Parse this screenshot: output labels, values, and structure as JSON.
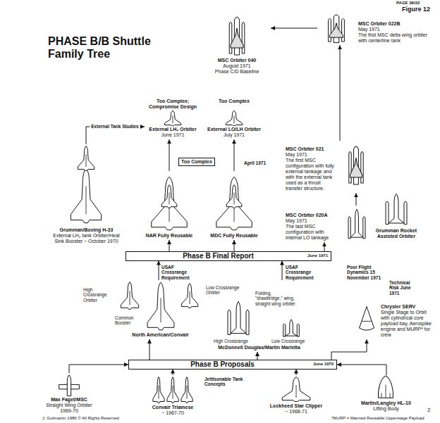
{
  "diagram": {
    "title": "PHASE B/B Shuttle Family Tree",
    "nodes": [
      {
        "text": [
          "MSC Orbiter 040",
          "August 1971",
          "Phase C/D Baseline"
        ]
      },
      {
        "text": [
          "MSC Orbiter 022B",
          "May 1971",
          "The first MSC delta wing orbiter with centerline tank"
        ]
      },
      {
        "text": [
          "Too Complex; Compromise Design",
          "External LH₂ Orbiter",
          "June 1971"
        ]
      },
      {
        "text": [
          "Too Complex",
          "External LO/LH Orbiter",
          "July 1971"
        ]
      },
      {
        "text": [
          "MSC Orbiter 021",
          "May 1971",
          "The first MSC configuration with fully external tankage and with the external tank used as a thrust transfer structure."
        ]
      },
      {
        "text": [
          "MSC Orbiter 020A",
          "May 1971",
          "The last MSC configuration with internal LO tankage"
        ]
      },
      {
        "text": [
          "Grumman/Boeing H-33",
          "External LH₂ tank Orbiter/Heat Sink Booster ~ October 1970"
        ]
      },
      {
        "text": [
          "NAR Fully Reusable"
        ]
      },
      {
        "text": [
          "MDC Fully Reusable"
        ]
      },
      {
        "text": [
          "Too Complex"
        ]
      },
      {
        "text": [
          "Grumman Rocket Assisted Orbiter"
        ]
      },
      {
        "text": [
          "Phase B Final Report",
          "June 1971"
        ]
      },
      {
        "text": [
          "North American/Convair"
        ]
      },
      {
        "text": [
          "McDonnell Douglas/Martin Marietta"
        ]
      },
      {
        "text": [
          "Chrysler SERV",
          "Single Stage to Orbit with cylindrical core payload bay, Aerospike engine and MURP* for crew"
        ]
      },
      {
        "text": [
          "Phase B Proposals",
          "June 1970"
        ]
      },
      {
        "text": [
          "Max Faget/MSC",
          "Straight Wing Orbiter",
          "1969-70"
        ]
      },
      {
        "text": [
          "Convair Triamese",
          "~ 1967-70"
        ]
      },
      {
        "text": [
          "Lockheed Star Clipper",
          "~ 1968-71"
        ]
      },
      {
        "text": [
          "Martin/Langley HL-10",
          "Lifting Body"
        ]
      }
    ],
    "edges": [
      {
        "from": 1,
        "to": 0,
        "arrow": "to"
      },
      {
        "from": 4,
        "to": 1,
        "arrow": "to"
      },
      {
        "from": 5,
        "to": 4,
        "arrow": "to"
      },
      {
        "from": 6,
        "to": 2,
        "label": "External Tank Studies",
        "arrow": "to"
      },
      {
        "from": 7,
        "to": 2,
        "arrow": "to"
      },
      {
        "from": 8,
        "to": 3,
        "arrow": "to"
      },
      {
        "from": 11,
        "to": 7,
        "arrow": "to"
      },
      {
        "from": 11,
        "to": 8,
        "arrow": "to"
      },
      {
        "from": 11,
        "to": 5,
        "arrow": "to"
      },
      {
        "from": 12,
        "to": 11,
        "arrow": "to"
      },
      {
        "from": 13,
        "to": 11,
        "arrow": "to"
      },
      {
        "from": 15,
        "to": 12,
        "arrow": "to"
      },
      {
        "from": 15,
        "to": 13,
        "arrow": "to"
      },
      {
        "from": 15,
        "to": 14,
        "arrow": "to"
      },
      {
        "from": 16,
        "to": 15,
        "arrow": "to"
      },
      {
        "from": 17,
        "to": 15,
        "arrow": "to"
      },
      {
        "from": 18,
        "to": 15,
        "arrow": "to"
      },
      {
        "from": 19,
        "to": 15,
        "arrow": "to"
      }
    ],
    "labels": [
      "PAGE 38/32",
      "Figure 12",
      "April 1971",
      "USAF Crossrange Requirement",
      "USAF Crossrange Requirement",
      "Poor Flight Dynamics 15 November 1971",
      "Technical Risk June 1971",
      "High Crossrange Orbiter",
      "Low Crossrange Orbiter",
      "Common Booster",
      "Folding, \"drawbridge,\" wing, straight wing orbiter",
      "High Crossrange",
      "Low Crossrange",
      "Jettisonable Tank Concepts",
      "*MURP = Manned Reusable Upperstage Payload",
      "J. Guilmartin 1986 © All Rights Reserved",
      "2"
    ]
  }
}
